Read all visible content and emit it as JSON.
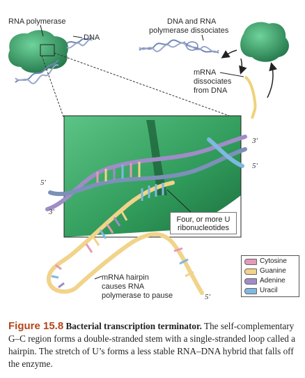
{
  "labels": {
    "rna_polymerase": "RNA polymerase",
    "dna": "DNA",
    "dissociate_line1": "DNA and RNA",
    "dissociate_line2": "polymerase dissociates",
    "mrna_line1": "mRNA",
    "mrna_line2": "dissociates",
    "mrna_line3": "from DNA",
    "u_line1": "Four, or more U",
    "u_line2": "ribonucleotides",
    "hairpin_line1": "mRNA hairpin",
    "hairpin_line2": "causes RNA",
    "hairpin_line3": "polymerase to pause",
    "prime_3_top_right": "3′",
    "prime_5_right": "5′",
    "prime_5_left": "5′",
    "prime_3_left": "3′",
    "prime_5_bottom": "5′"
  },
  "legend": [
    {
      "name": "Cytosine",
      "color": "#e59ab8"
    },
    {
      "name": "Guanine",
      "color": "#f1d38a"
    },
    {
      "name": "Adenine",
      "color": "#a08cc7"
    },
    {
      "name": "Uracil",
      "color": "#7fb8e0"
    }
  ],
  "colors": {
    "polymerase": "#2f9a5a",
    "dna_backbone": "#7c90b8",
    "rna_backbone": "#efd27a",
    "caption_accent": "#b5451b"
  },
  "caption": {
    "figure_number": "Figure 15.8",
    "title": "Bacterial transcription terminator.",
    "text": "The self-complementary G–C region forms a double-stranded stem with a single-stranded loop called a hairpin. The stretch of U’s forms a less stable RNA–DNA hybrid that falls off the enzyme."
  }
}
